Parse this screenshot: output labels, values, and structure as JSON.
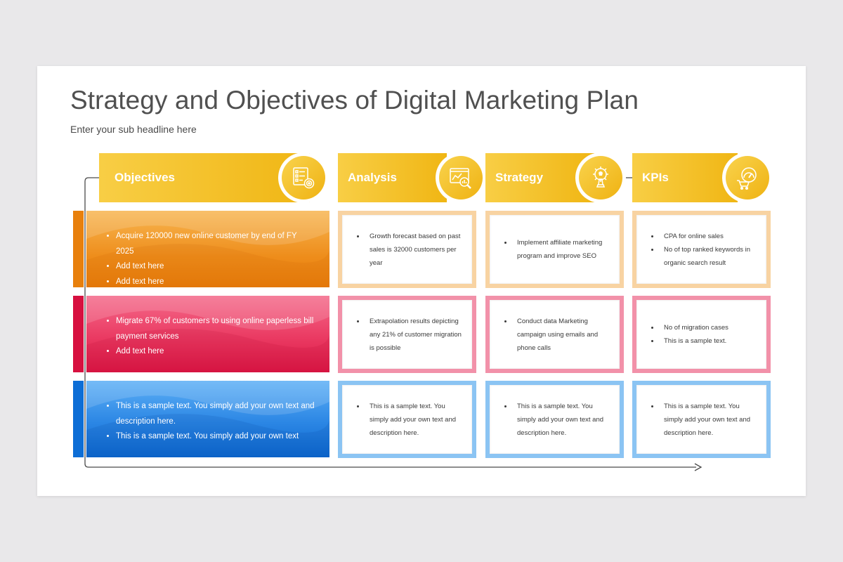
{
  "title": "Strategy and Objectives of Digital Marketing Plan",
  "subtitle": "Enter your sub headline here",
  "colors": {
    "header_yellow": "#f2b81a",
    "row1_orange": "#f0901e",
    "row2_pink": "#ea3560",
    "row3_blue": "#1f7fe0",
    "row1_border": "#f8d3a2",
    "row2_border": "#f291a9",
    "row3_border": "#8bc4f3"
  },
  "headers": [
    {
      "label": "Objectives",
      "icon": "checklist-target-icon"
    },
    {
      "label": "Analysis",
      "icon": "analytics-magnifier-icon"
    },
    {
      "label": "Strategy",
      "icon": "gear-chess-icon"
    },
    {
      "label": "KPIs",
      "icon": "speedometer-cart-icon"
    }
  ],
  "rows": [
    {
      "objectives": [
        "Acquire 120000 new online customer by end of FY 2025",
        "Add text here",
        "Add text here"
      ],
      "analysis": [
        "Growth forecast based on past sales is 32000 customers per year"
      ],
      "strategy": [
        "Implement affiliate marketing program and improve SEO"
      ],
      "kpis": [
        "CPA for online sales",
        "No of top ranked keywords in organic search result"
      ]
    },
    {
      "objectives": [
        "Migrate 67% of customers to using online paperless bill payment services",
        "Add text here"
      ],
      "analysis": [
        "Extrapolation results depicting any 21% of customer migration is possible"
      ],
      "strategy": [
        "Conduct data Marketing campaign using emails and phone calls"
      ],
      "kpis": [
        "No of migration cases",
        "This is a sample text."
      ]
    },
    {
      "objectives": [
        "This is a sample text. You simply add your own text and description here.",
        "This is a sample text. You simply add your own text"
      ],
      "analysis": [
        "This is a sample text. You simply add your own text and description here."
      ],
      "strategy": [
        "This is a sample text. You simply add your own text and description here."
      ],
      "kpis": [
        "This is a sample text. You simply add your own text and description here."
      ]
    }
  ]
}
